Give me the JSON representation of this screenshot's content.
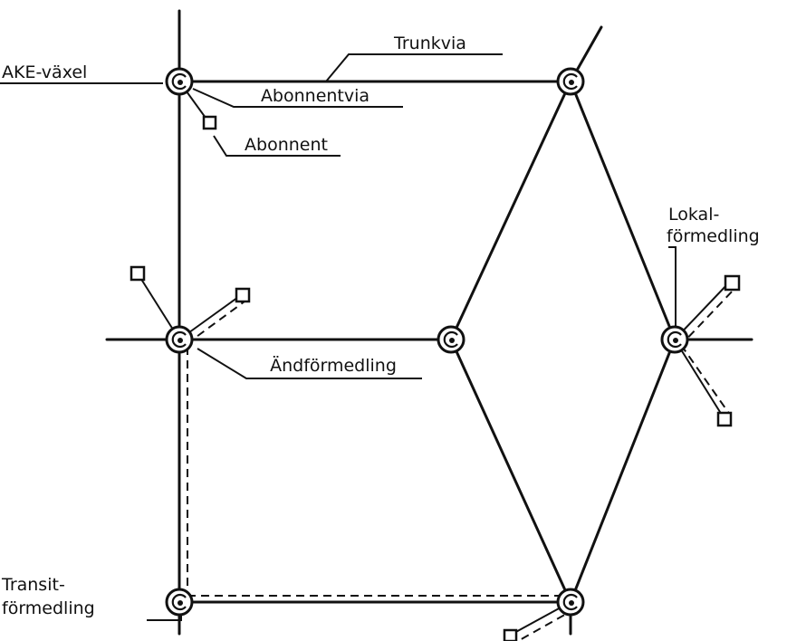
{
  "labels": {
    "ake_vaxel": "AKE-växel",
    "trunkvia": "Trunkvia",
    "abonnentvia": "Abonnentvia",
    "abonnent": "Abonnent",
    "lokal_line1": "Lokal-",
    "lokal_line2": "förmedling",
    "andformedling": "Ändförmedling",
    "transit_line1": "Transit-",
    "transit_line2": "förmedling"
  },
  "colors": {
    "line": "#111111",
    "background": "#ffffff"
  },
  "icons": {
    "exchange": "exchange-node-icon",
    "subscriber": "subscriber-square-icon"
  }
}
